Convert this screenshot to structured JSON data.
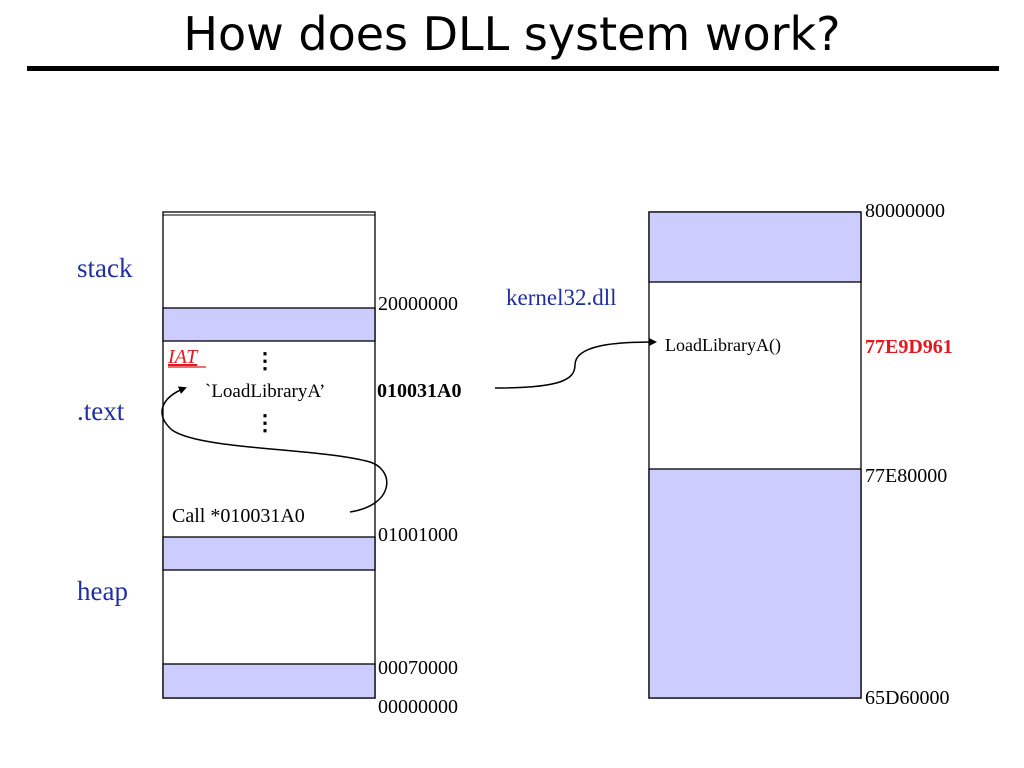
{
  "title": "How does DLL system work?",
  "colors": {
    "fill": "#ccccff",
    "blue_text": "#1f2f9f",
    "red_text": "#e3181e",
    "border": "#000000"
  },
  "process_memory": {
    "sections": {
      "stack": "stack",
      "text": ".text",
      "heap": "heap"
    },
    "addresses": {
      "a20000000": "20000000",
      "a010031A0": "010031A0",
      "a01001000": "01001000",
      "a00070000": "00070000",
      "a00000000": "00000000"
    },
    "iat_label": "IAT",
    "iat_entry": "`LoadLibraryA’",
    "ellipsis": "⋮",
    "call_text": "Call *010031A0"
  },
  "kernel32": {
    "dll_name": "kernel32.dll",
    "function": "LoadLibraryA()",
    "addresses": {
      "a80000000": "80000000",
      "a77E9D961": "77E9D961",
      "a77E80000": "77E80000",
      "a65D60000": "65D60000"
    }
  }
}
